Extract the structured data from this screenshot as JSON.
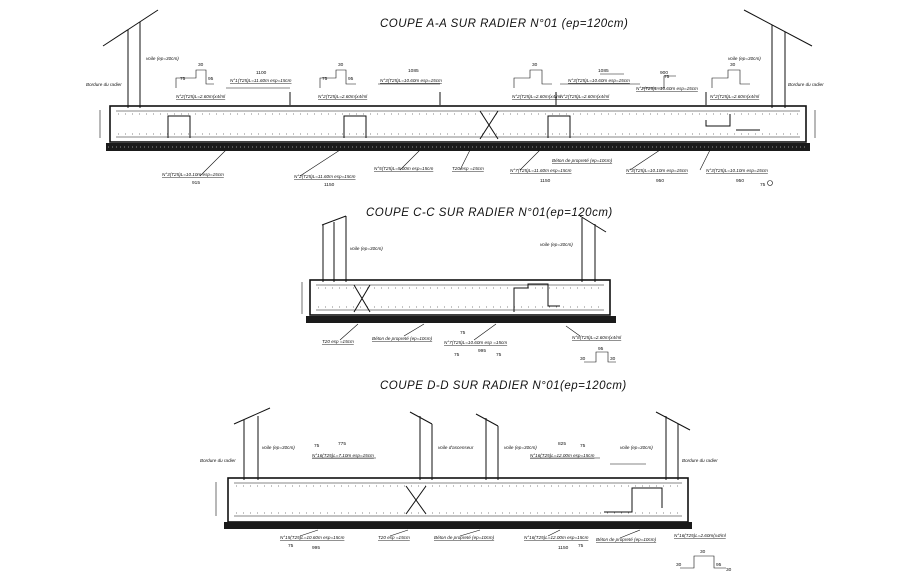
{
  "sections": [
    {
      "title": "COUPE A-A SUR RADIER N°01 (ep=120cm)",
      "labels": {
        "voile_left": "voile (ep=30cm)",
        "voile_right": "voile (ep=30cm)",
        "bordure_left": "Bordure du radier",
        "bordure_right": "Bordure du radier",
        "b1": "N°2(T25)L=2.60m(x4/ml",
        "b2": "N°1(T25)L=11.60m esp=15cm",
        "b3": "N°2(T25)L=2.60m(x4/ml",
        "b4": "N°3(T25)L=10.60m esp=15cm",
        "b5": "N°2(T25)L=2.60m(x4/ml",
        "b6": "N°3(T25)L=10.60m esp=15cm",
        "b7": "N°2(T25)L=2.60m(x4/ml",
        "b8": "N°2(T25)L=10.60m esp=15cm",
        "b9": "N°2(T25)L=2.60m(x4/ml",
        "bot1": "N°3(T25)L=10.10m esp=15cm",
        "bot2": "N°2(T25)L=11.60m esp=15cm",
        "bot3": "N°5(T25)L=9.00m esp=15cm",
        "bot4": "T20 esp =15cm",
        "bot5": "N°7(T25)L=11.60m esp=15cm",
        "bot6": "Béton de propreté (ep=10cm)",
        "bot7": "N°3(T25)L=10.10m esp=15cm",
        "bot8": "N°3(T25)L=10.10m esp=15cm"
      },
      "dims": {
        "d1": "30",
        "d2": "30",
        "d3": "1100",
        "d4": "1085",
        "d5": "1085",
        "d6": "900",
        "d7": "30",
        "d8": "30",
        "db1": "915",
        "db2": "1150",
        "db3": "1150",
        "db4": "950",
        "db5": "950",
        "h1": "75",
        "h2": "95",
        "h3": "75",
        "h4": "95",
        "e1": "75",
        "e2": "75"
      }
    },
    {
      "title": "COUPE C-C SUR RADIER N°01(ep=120cm)",
      "labels": {
        "voile_left": "voile (ep=30cm)",
        "voile_right": "voile (ep=30cm)",
        "bot1": "T20 esp =15cm",
        "bot2": "Béton de propreté (ep=10cm)",
        "bot3": "N°7(T25)L=10.60m esp =15cm",
        "bot4": "N°8(T25)L=2.60m(x4/ml"
      },
      "dims": {
        "d1": "75",
        "d2": "995",
        "d3": "75",
        "d4": "75",
        "d5": "30",
        "d6": "95",
        "d7": "30"
      }
    },
    {
      "title": "COUPE D-D SUR RADIER N°01(ep=120cm)",
      "labels": {
        "bordure_left": "Bordure du radier",
        "voile1": "voile (ep=30cm)",
        "voile2": "voile d'ascenseur",
        "voile3": "voile (ep=30cm)",
        "voile4": "voile (ep=30cm)",
        "bordure_right": "Bordure du radier",
        "top1": "N°16(T25)L=7.10m esp=15cm",
        "top2": "N°16(T25)L=12.00m esp=15cm",
        "bot1": "N°15(T25)L=10.60m esp=15cm",
        "bot2": "T20 esp =15cm",
        "bot3": "Béton de propreté (ep=10cm)",
        "bot4": "N°16(T25)L=12.00m esp=15cm",
        "bot5": "Béton de propreté (ep=10cm)",
        "bot6": "N°16(T25)L=2.60m(x4/ml"
      },
      "dims": {
        "t1": "75",
        "t2": "775",
        "t3": "825",
        "t4": "75",
        "b1": "75",
        "b2": "995",
        "b3": "1150",
        "b4": "75",
        "s1": "30",
        "s2": "30",
        "s3": "95",
        "s4": "30"
      }
    }
  ]
}
